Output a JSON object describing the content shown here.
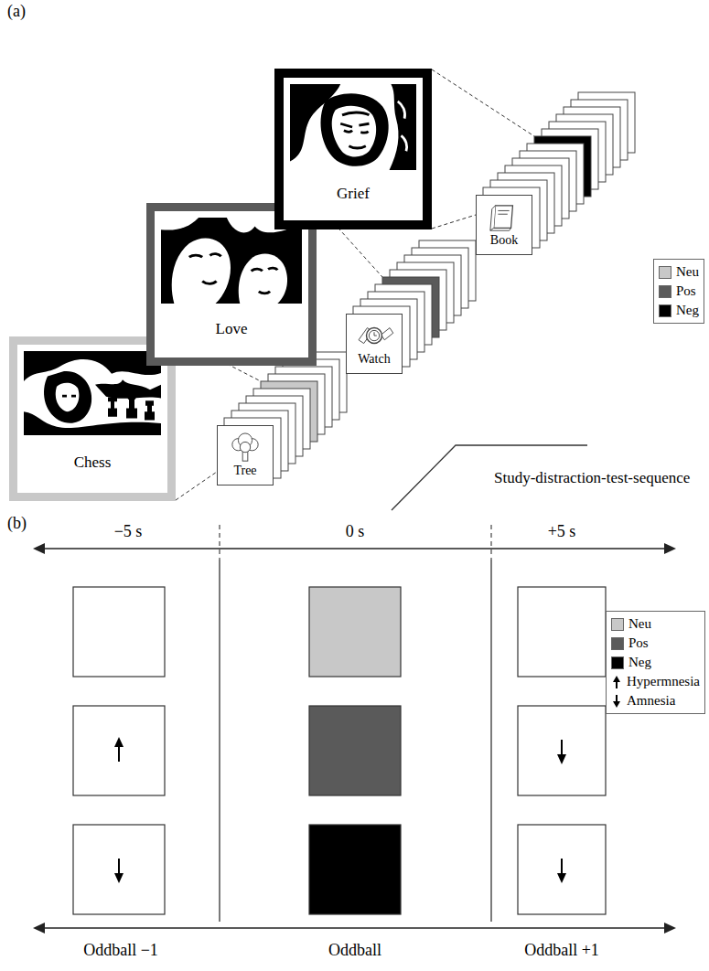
{
  "diagram": {
    "nodes": [
      {
        "text": [
          "Chess"
        ]
      },
      {
        "text": [
          "Tree"
        ]
      },
      {
        "text": [
          "Love"
        ]
      },
      {
        "text": [
          "Watch"
        ]
      },
      {
        "text": [
          "Grief"
        ]
      },
      {
        "text": [
          "Book"
        ]
      }
    ],
    "labels": [
      "(a)",
      "Study-distraction-test-sequence",
      "(b)",
      "−5 s",
      "0 s",
      "+5 s",
      "Oddball −1",
      "Oddball",
      "Oddball +1"
    ],
    "legend": [
      {
        "text": "Neu",
        "color": "#c8c8c8"
      },
      {
        "text": "Pos",
        "color": "#5a5a5a"
      },
      {
        "text": "Neg",
        "color": "#000000"
      },
      {
        "text": "Neu",
        "color": "#c8c8c8"
      },
      {
        "text": "Pos",
        "color": "#5a5a5a"
      },
      {
        "text": "Neg",
        "color": "#000000"
      },
      {
        "text": "Hypermnesia"
      },
      {
        "text": "Amnesia"
      }
    ]
  }
}
